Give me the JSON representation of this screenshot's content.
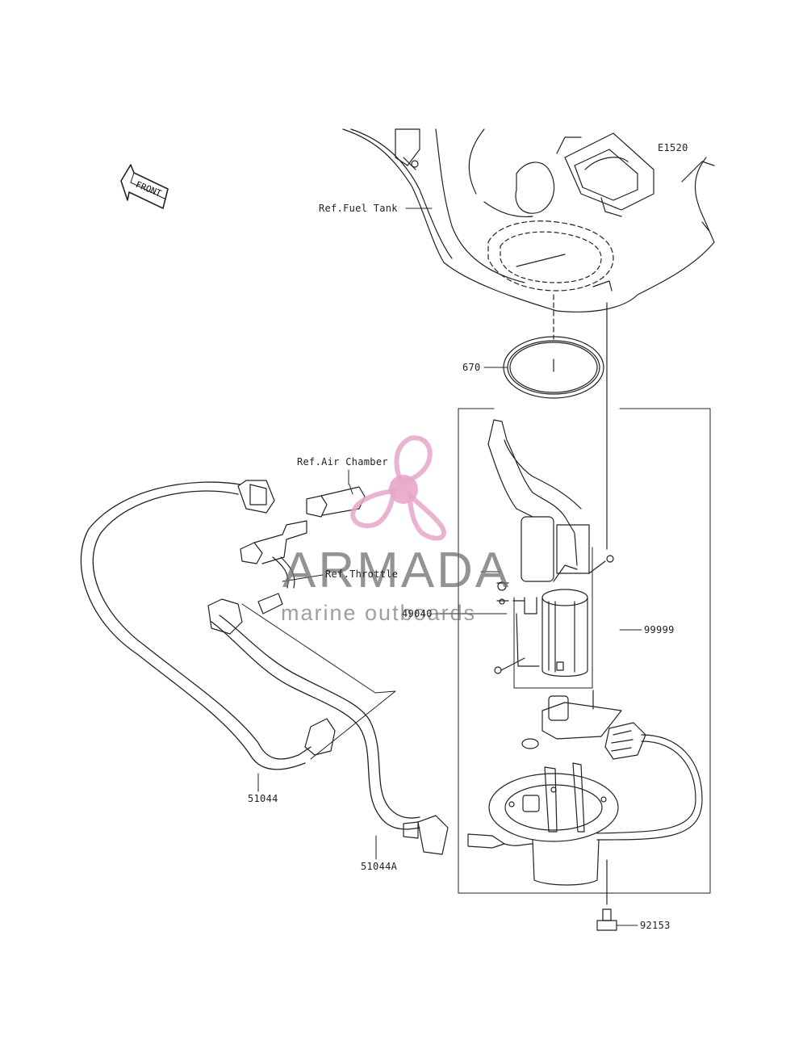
{
  "diagram_code": "E1520",
  "front_label": "FRONT",
  "references": {
    "fuel_tank": "Ref.Fuel Tank",
    "air_chamber": "Ref.Air Chamber",
    "throttle": "Ref.Throttle"
  },
  "part_numbers": {
    "o_ring": "670",
    "pump_assembly": "99999",
    "pump_unit": "49040",
    "hose_a": "51044",
    "hose_b": "51044A",
    "bolt": "92153"
  },
  "watermark": {
    "brand": "ARMADA",
    "tagline": "marine outboards",
    "accent_color": "#e7a6c8",
    "logo": "propeller-logo-icon"
  }
}
